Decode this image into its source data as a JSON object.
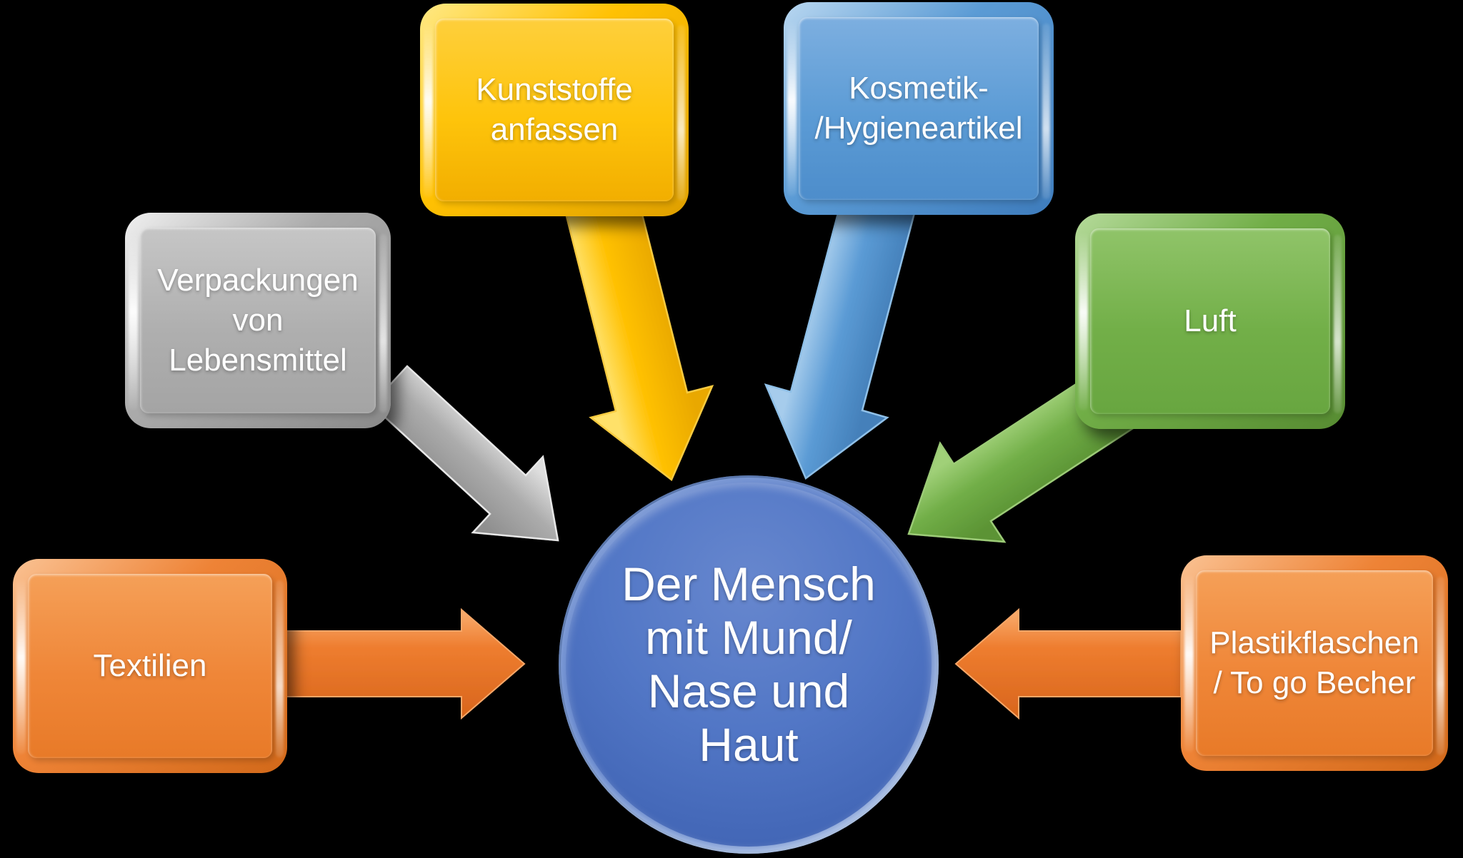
{
  "diagram": {
    "background_color": "#000000",
    "text_color": "#FFFFFF",
    "center": {
      "id": "mensch",
      "label": "Der Mensch\nmit Mund/\nNase und\nHaut",
      "color": "#4472C4"
    },
    "nodes": [
      {
        "id": "kunststoffe",
        "label": "Kunststoffe\nanfassen",
        "color": "#FFC000"
      },
      {
        "id": "kosmetik",
        "label": "Kosmetik-\n/Hygieneartikel",
        "color": "#5B9BD5"
      },
      {
        "id": "verpackungen",
        "label": "Verpackungen\nvon\nLebensmittel",
        "color": "#A6A6A6"
      },
      {
        "id": "luft",
        "label": "Luft",
        "color": "#70AD47"
      },
      {
        "id": "textilien",
        "label": "Textilien",
        "color": "#ED7D31"
      },
      {
        "id": "plastikflaschen",
        "label": "Plastikflaschen\n/ To go Becher",
        "color": "#ED7D31"
      }
    ],
    "arrows": [
      {
        "from": "textilien",
        "to": "mensch",
        "color": "#ED7D31"
      },
      {
        "from": "plastikflaschen",
        "to": "mensch",
        "color": "#ED7D31"
      },
      {
        "from": "verpackungen",
        "to": "mensch",
        "color": "#A6A6A6"
      },
      {
        "from": "kunststoffe",
        "to": "mensch",
        "color": "#FFC000"
      },
      {
        "from": "kosmetik",
        "to": "mensch",
        "color": "#5B9BD5"
      },
      {
        "from": "luft",
        "to": "mensch",
        "color": "#70AD47"
      }
    ]
  }
}
